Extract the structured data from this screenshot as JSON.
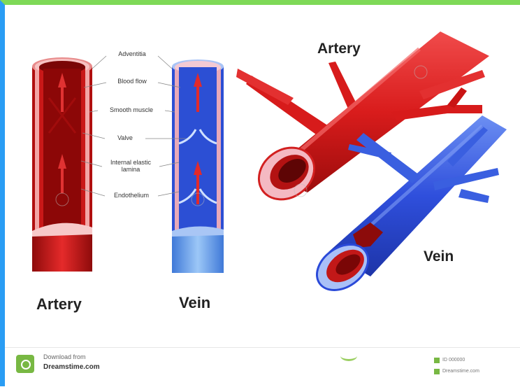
{
  "left_diagram": {
    "layers": [
      "Adventitia",
      "Blood flow",
      "Smooth muscle",
      "Valve",
      "Internal elastic lamina",
      "Endothelium"
    ],
    "artery_label": "Artery",
    "vein_label": "Vein"
  },
  "right_diagram": {
    "artery_label": "Artery",
    "vein_label": "Vein"
  },
  "footer": {
    "download_text": "Download from",
    "site": "Dreamstime.com",
    "id_line": "ID 000000",
    "copyright_line": "Dreamstime.com"
  },
  "colors": {
    "artery_red": "#d41a1a",
    "vein_blue": "#2a49d8",
    "top_bar": "#7ed957",
    "left_bar": "#2a9df4"
  }
}
